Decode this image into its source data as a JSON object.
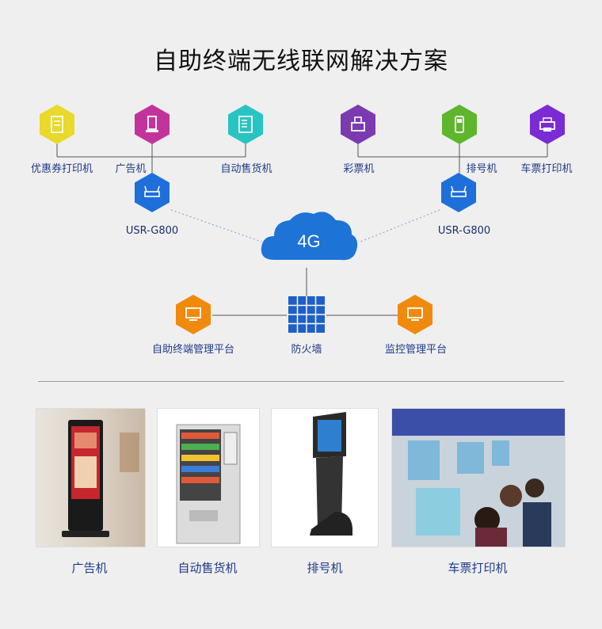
{
  "title": "自助终端无线联网解决方案",
  "devices_left": [
    "优惠券打印机",
    "广告机",
    "自动售货机"
  ],
  "devices_right": [
    "彩票机",
    "排号机",
    "车票打印机"
  ],
  "router_left": "USR-G800",
  "router_right": "USR-G800",
  "cloud_label": "4G",
  "platform_left": "自助终端管理平台",
  "firewall": "防火墙",
  "platform_right": "监控管理平台",
  "photos": [
    "广告机",
    "自动售货机",
    "排号机",
    "车票打印机"
  ],
  "colors": {
    "yellow": "#e8d92a",
    "magenta": "#c2349c",
    "teal": "#27c4c2",
    "purple": "#7c3ab0",
    "green": "#5fb52e",
    "violet": "#7b2bd4",
    "blue": "#1e6fd9",
    "orange": "#f08a0c",
    "cloud": "#1e73d6"
  }
}
